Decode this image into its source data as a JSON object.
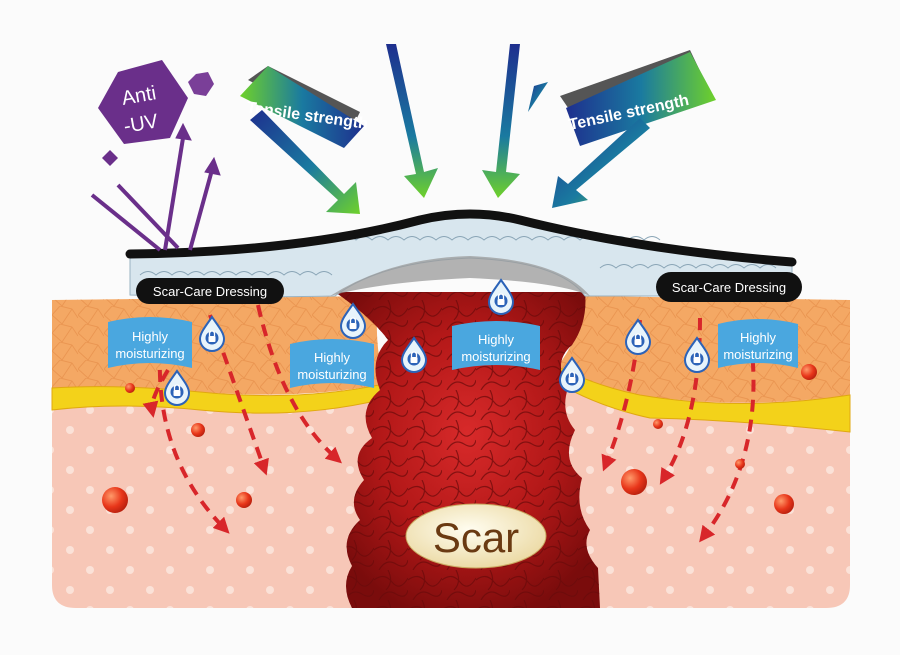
{
  "labels": {
    "anti_uv_line1": "Anti",
    "anti_uv_line2": "-UV",
    "tensile_left": "Tensile strength",
    "tensile_right": "Tensile strength",
    "dressing_left": "Scar-Care Dressing",
    "dressing_right": "Scar-Care Dressing",
    "moist_1_line1": "Highly",
    "moist_1_line2": "moisturizing",
    "moist_2_line1": "Highly",
    "moist_2_line2": "moisturizing",
    "moist_3_line1": "Highly",
    "moist_3_line2": "moisturizing",
    "moist_4_line1": "Highly",
    "moist_4_line2": "moisturizing",
    "scar": "Scar"
  },
  "colors": {
    "background": "#fbfbfb",
    "dermis": "#f7c7b7",
    "epidermis": "#f4a864",
    "fat_band": "#f3d21a",
    "scar_dark": "#8a0f0f",
    "scar_core": "#c42020",
    "dressing_layer": "#d8e6ee",
    "dressing_outline": "#111111",
    "uv_purple": "#6a2f8a",
    "arrow_blue": "#1e2f8e",
    "arrow_green": "#6fd12a",
    "flag_blue": "#4aa7df",
    "dashed_red": "#d8262a",
    "droplet_blue": "#2c63b8",
    "scar_label_bg": "#f3e6b8",
    "scar_label_text": "#6a3a12"
  },
  "icons": [
    "lock-droplet-icon",
    "hexagon-icon",
    "diamond-icon"
  ]
}
